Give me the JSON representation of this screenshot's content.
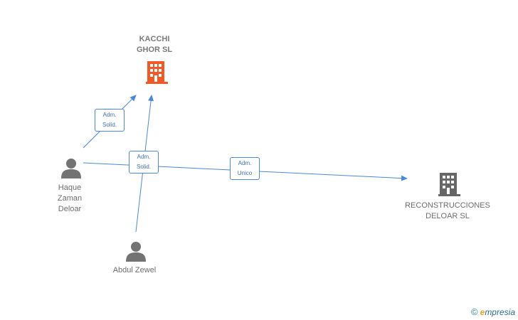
{
  "nodes": {
    "kacchi": {
      "line1": "KACCHI",
      "line2": "GHOR  SL",
      "color": "#f05a28"
    },
    "reconstrucciones": {
      "line1": "RECONSTRUCCIONES",
      "line2": "DELOAR  SL",
      "color": "#666666"
    },
    "haque": {
      "line1": "Haque",
      "line2": "Zaman",
      "line3": "Deloar"
    },
    "abdul": {
      "name": "Abdul Zewel"
    }
  },
  "edges": {
    "haque_kacchi": {
      "line1": "Adm.",
      "line2": "Solid."
    },
    "abdul_kacchi": {
      "line1": "Adm.",
      "line2": "Solid."
    },
    "haque_reconstrucciones": {
      "line1": "Adm.",
      "line2": "Unico"
    }
  },
  "brand": {
    "copyright": "©",
    "initial": "e",
    "rest": "mpresia"
  },
  "colors": {
    "edge": "#4a87d6",
    "person_icon": "#737373"
  }
}
